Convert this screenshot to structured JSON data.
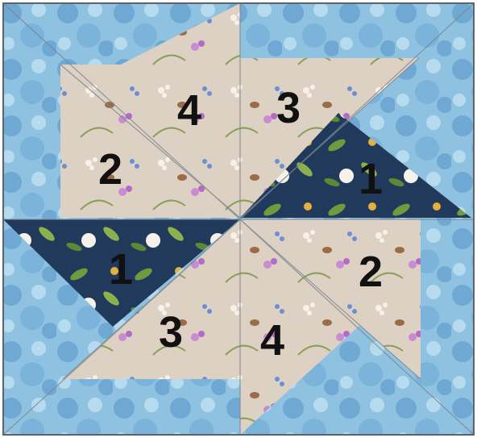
{
  "block": {
    "description_colors": {
      "sky": "#8fc2e0",
      "sky_dark": "#6fa8d3",
      "sky_light": "#b6dbef",
      "linen": "#ddd1c3",
      "linen_dark": "#c9baa8",
      "navy": "#213a5c",
      "leaf": "#6f9a3e",
      "lilac": "#b36bc4",
      "cream": "#f6f2ea",
      "seam": "#7a8590",
      "frame": "#5a646d"
    },
    "labels": {
      "top_left_upper": "4",
      "top_left_lower": "2",
      "top_right_upper": "3",
      "top_right_lower": "1",
      "bottom_left_upper": "1",
      "bottom_left_lower": "3",
      "bottom_right_upper": "2",
      "bottom_right_lower": "4"
    }
  }
}
